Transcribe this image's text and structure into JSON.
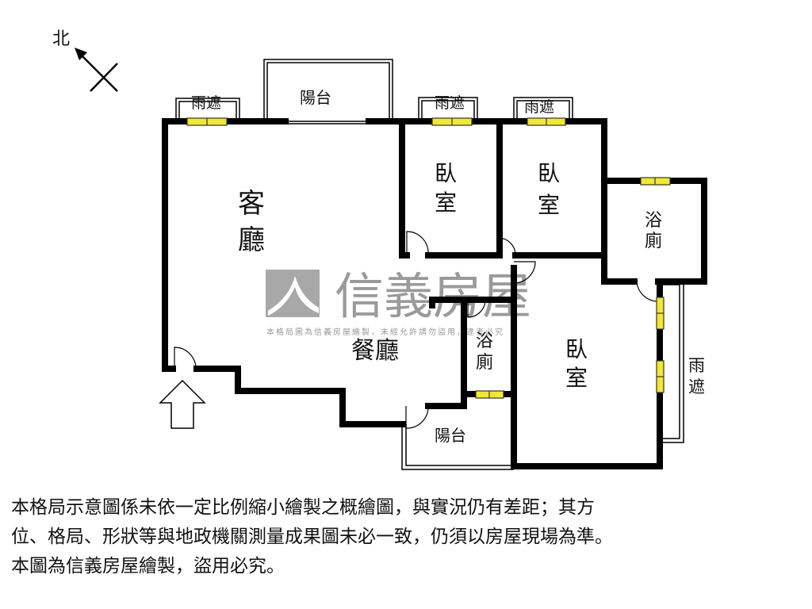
{
  "compass": {
    "label": "北"
  },
  "rooms": {
    "balcony_top": "陽台",
    "rain_shade_1": "雨遮",
    "rain_shade_2": "雨遮",
    "rain_shade_3": "雨遮",
    "living_room": [
      "客",
      "廳"
    ],
    "bedroom_1": [
      "臥",
      "室"
    ],
    "bedroom_2": [
      "臥",
      "室"
    ],
    "bath_1": [
      "浴",
      "廁"
    ],
    "dining": "餐廳",
    "bath_2": [
      "浴",
      "廁"
    ],
    "bedroom_3": [
      "臥",
      "室"
    ],
    "rain_shade_right": [
      "雨",
      "遮"
    ],
    "balcony_bottom": "陽台"
  },
  "watermark": {
    "brand": "信義房屋",
    "notice": "本格局圖為信義房屋繪製，未經允許請勿盜用，違者必究"
  },
  "colors": {
    "wall": "#000000",
    "window": "#f2e830",
    "watermark": "#9a9a9a"
  },
  "disclaimer": [
    "本格局示意圖係未依一定比例縮小繪製之概繪圖，與實況仍有差距；其方",
    "位、格局、形狀等與地政機關測量成果圖未必一致，仍須以房屋現場為準。",
    "本圖為信義房屋繪製，盜用必究。"
  ]
}
